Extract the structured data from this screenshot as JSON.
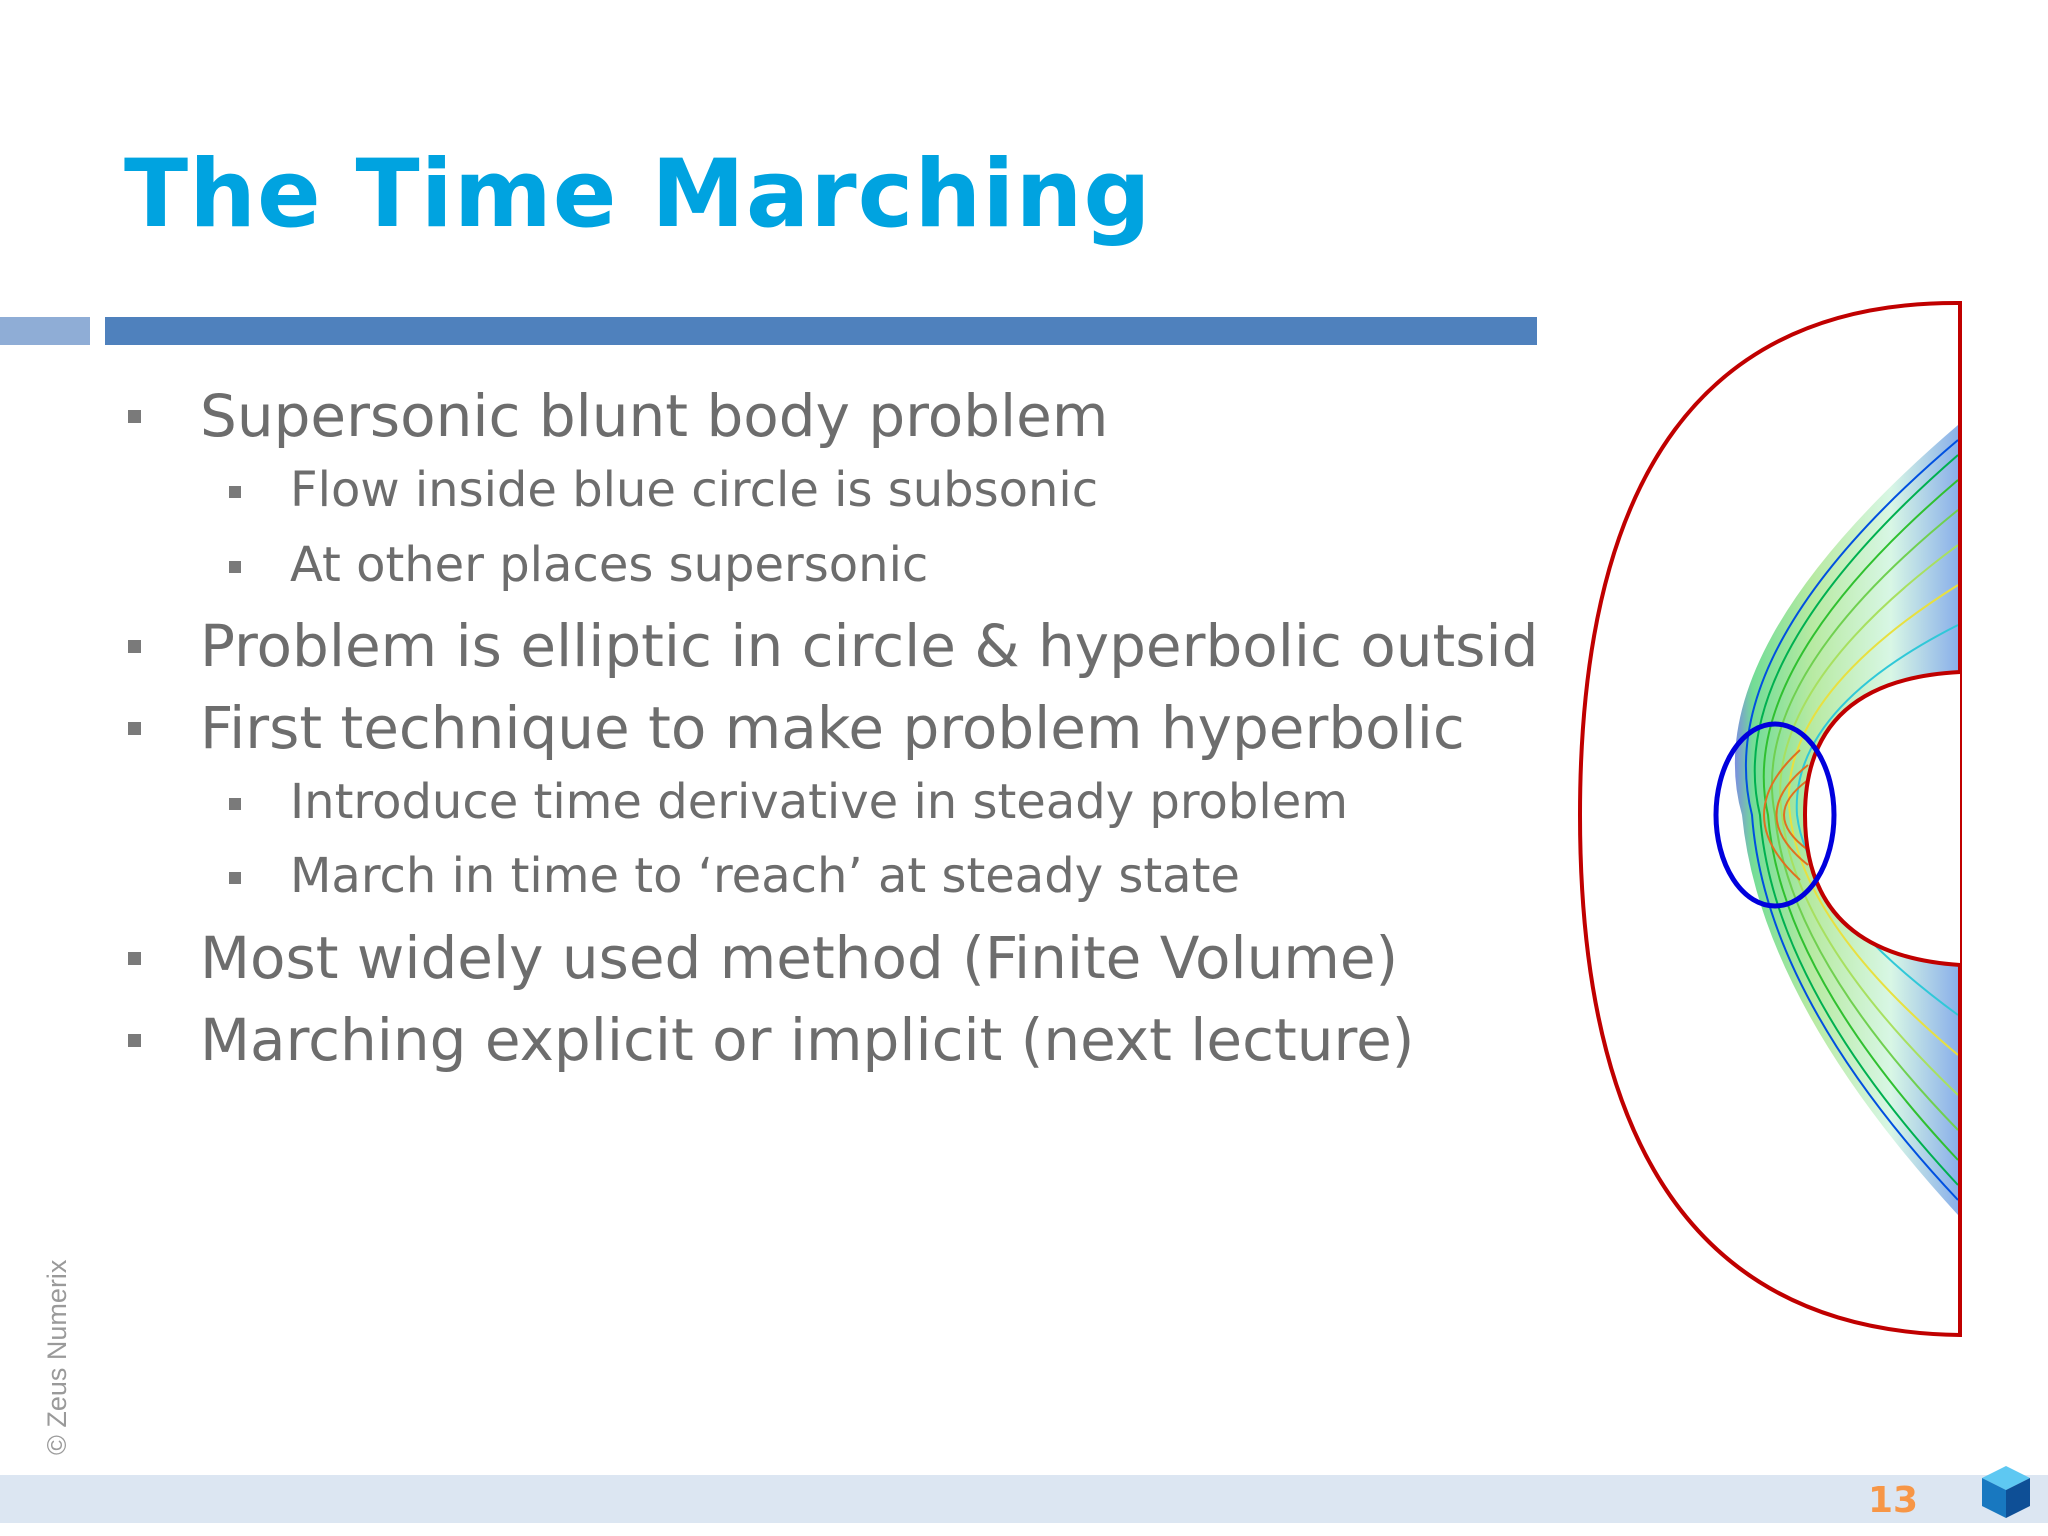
{
  "slide": {
    "title": "The Time Marching",
    "page_number": "13",
    "copyright": "© Zeus Numerix"
  },
  "bullets": [
    {
      "level": 1,
      "text": "Supersonic blunt body problem"
    },
    {
      "level": 2,
      "text": "Flow inside blue circle is subsonic"
    },
    {
      "level": 2,
      "text": "At other places supersonic"
    },
    {
      "level": 1,
      "text": "Problem is elliptic in circle & hyperbolic outside"
    },
    {
      "level": 1,
      "text": "First technique to make problem hyperbolic"
    },
    {
      "level": 2,
      "text": "Introduce time derivative in steady problem"
    },
    {
      "level": 2,
      "text": "March in time to ‘reach’ at steady state"
    },
    {
      "level": 1,
      "text": "Most widely used method (Finite Volume)"
    },
    {
      "level": 1,
      "text": " Marching explicit or implicit (next lecture)"
    }
  ],
  "colors": {
    "title": "#00a3e0",
    "accent_bar": "#4f81bd",
    "domain_boundary": "#c00000",
    "subsonic_circle": "#0000dd",
    "page_number": "#f79646"
  },
  "icons": {
    "bullet": "square-bullet-icon",
    "logo": "blue-cube-logo"
  }
}
